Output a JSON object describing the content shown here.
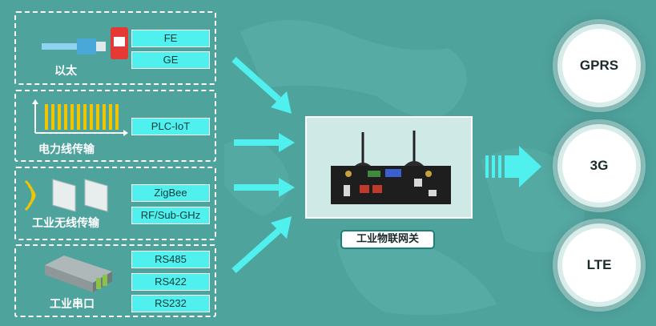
{
  "sources": [
    {
      "id": "ethernet",
      "label": "以太",
      "items": [
        "FE",
        "GE"
      ]
    },
    {
      "id": "plc",
      "label": "电力线传输",
      "items": [
        "PLC-IoT"
      ]
    },
    {
      "id": "wireless",
      "label": "工业无线传输",
      "items": [
        "ZigBee",
        "RF/Sub-GHz"
      ]
    },
    {
      "id": "serial",
      "label": "工业串口",
      "items": [
        "RS485",
        "RS422",
        "RS232"
      ]
    }
  ],
  "gateway": {
    "label": "工业物联网关"
  },
  "networks": [
    "GPRS",
    "3G",
    "LTE"
  ],
  "colors": {
    "background": "#4fa39d",
    "accent": "#4ff0ee",
    "panel_border": "#ffffff"
  },
  "icons": [
    "ethernet-cable-icon",
    "plc-signal-icon",
    "wireless-signal-icon",
    "serial-module-icon",
    "gateway-device-icon"
  ]
}
